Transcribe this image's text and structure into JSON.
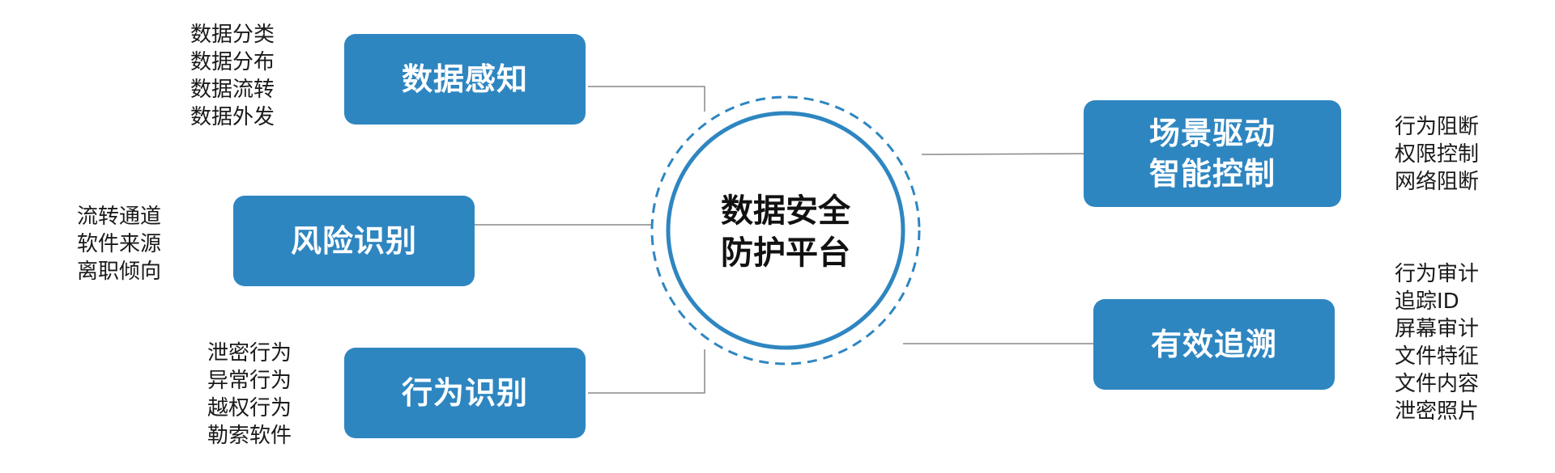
{
  "colors": {
    "box_fill": "#2e86c1",
    "circle_stroke": "#2e86c1",
    "connector": "#888888",
    "text": "#1a1a1a"
  },
  "center": {
    "line1": "数据安全",
    "line2": "防护平台"
  },
  "nodes": {
    "data_perception": {
      "label": "数据感知",
      "items": [
        "数据分类",
        "数据分布",
        "数据流转",
        "数据外发"
      ]
    },
    "risk_identification": {
      "label": "风险识别",
      "items": [
        "流转通道",
        "软件来源",
        "离职倾向"
      ]
    },
    "behavior_identification": {
      "label": "行为识别",
      "items": [
        "泄密行为",
        "异常行为",
        "越权行为",
        "勒索软件"
      ]
    },
    "scenario_control": {
      "label_line1": "场景驱动",
      "label_line2": "智能控制",
      "items": [
        "行为阻断",
        "权限控制",
        "网络阻断"
      ]
    },
    "effective_tracing": {
      "label": "有效追溯",
      "items": [
        "行为审计",
        "追踪ID",
        "屏幕审计",
        "文件特征",
        "文件内容",
        "泄密照片"
      ]
    }
  }
}
